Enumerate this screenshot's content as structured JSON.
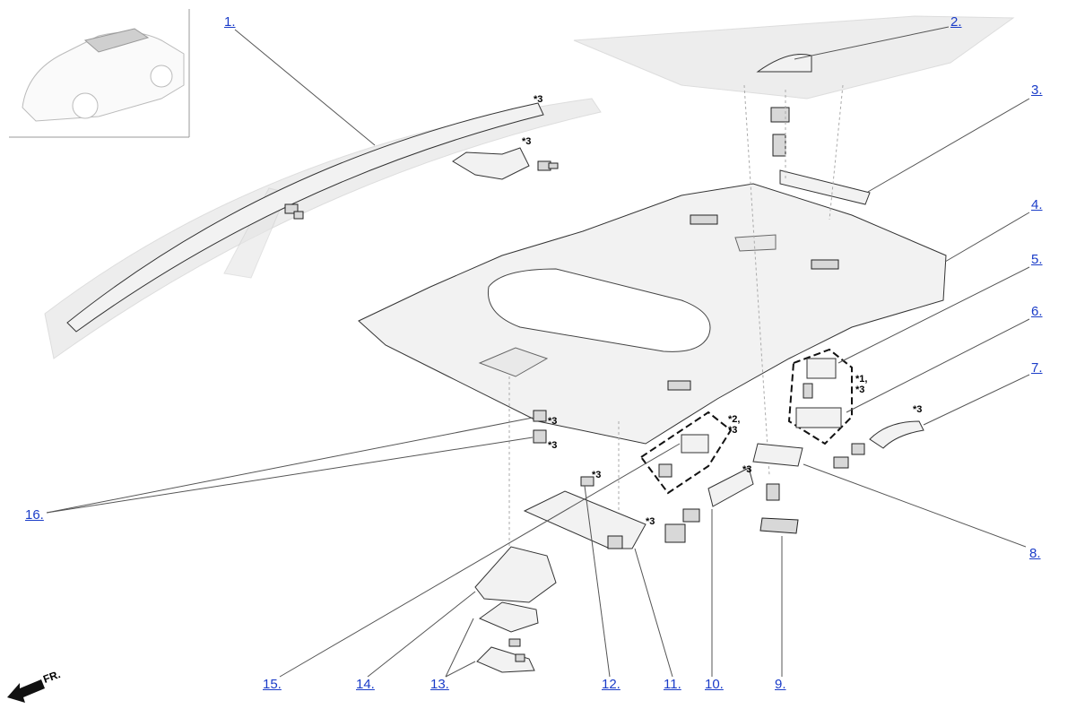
{
  "callouts": [
    {
      "id": "1",
      "label": "1."
    },
    {
      "id": "2",
      "label": "2."
    },
    {
      "id": "3",
      "label": "3."
    },
    {
      "id": "4",
      "label": "4."
    },
    {
      "id": "5",
      "label": "5."
    },
    {
      "id": "6",
      "label": "6."
    },
    {
      "id": "7",
      "label": "7."
    },
    {
      "id": "8",
      "label": "8."
    },
    {
      "id": "9",
      "label": "9."
    },
    {
      "id": "10",
      "label": "10."
    },
    {
      "id": "11",
      "label": "11."
    },
    {
      "id": "12",
      "label": "12."
    },
    {
      "id": "13",
      "label": "13."
    },
    {
      "id": "14",
      "label": "14."
    },
    {
      "id": "15",
      "label": "15."
    },
    {
      "id": "16",
      "label": "16."
    }
  ],
  "notes": {
    "n3a": "*3",
    "n3b": "*3",
    "n1_3": "*1,\n*3",
    "n2_3": "*2,\n*3",
    "n3c": "*3",
    "n3d": "*3",
    "n3e": "*3",
    "n3f": "*3",
    "n3g": "*3",
    "n3h": "*3"
  },
  "direction_label": "FR."
}
